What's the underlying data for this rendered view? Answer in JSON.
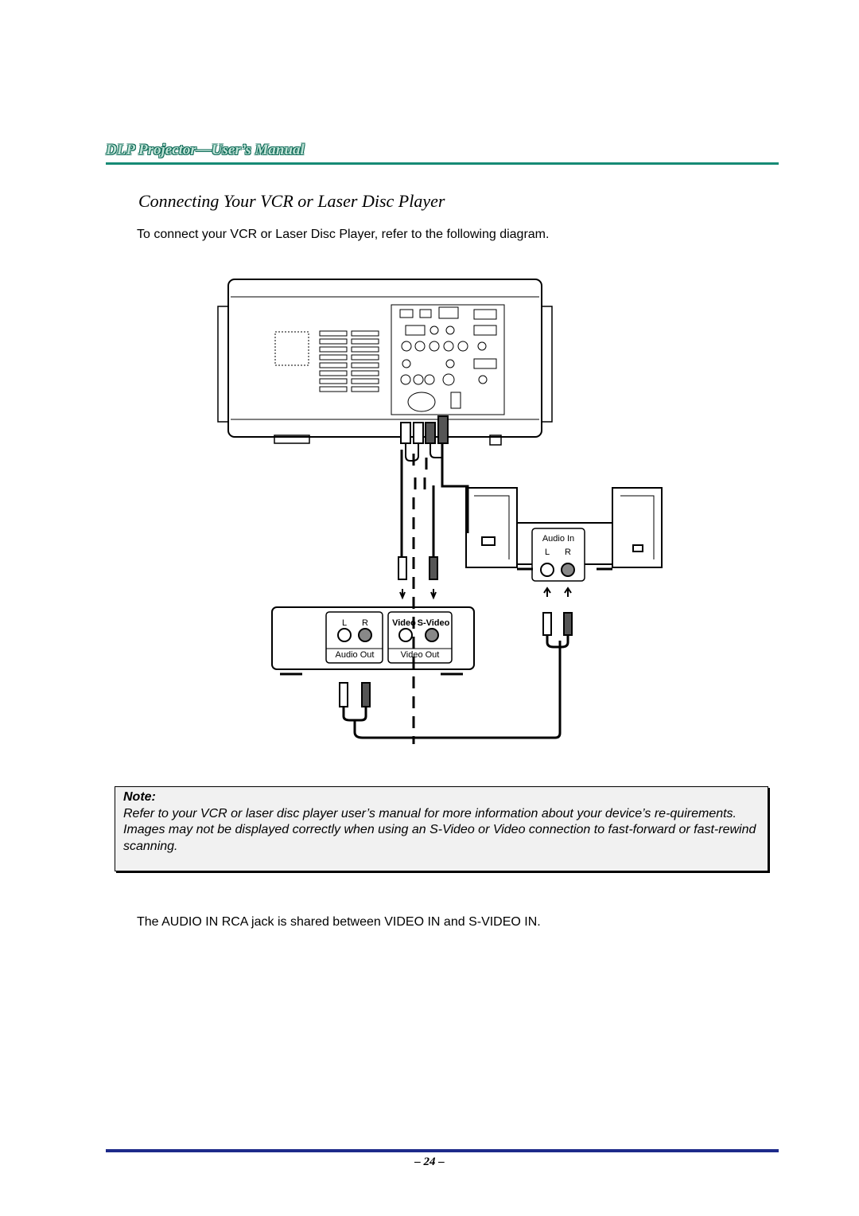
{
  "header": {
    "title": "DLP Projector—User’s Manual"
  },
  "section": {
    "title": "Connecting Your VCR or Laser Disc Player"
  },
  "intro": "To connect your VCR or Laser Disc Player, refer to the following diagram.",
  "diagram": {
    "speaker_labels": {
      "audio_in": "Audio In",
      "left": "L",
      "right": "R"
    },
    "vcr_labels": {
      "left": "L",
      "right": "R",
      "video": "Video",
      "svideo": "S-Video",
      "audio_out": "Audio Out",
      "video_out": "Video Out"
    }
  },
  "note": {
    "label": "Note:",
    "line1": "Refer to your VCR or laser disc player user’s manual for more information about your device’s re-quirements.",
    "line2": "Images may not be displayed correctly when using an S-Video or Video connection to fast-forward or fast-rewind scanning."
  },
  "footer_text": "The AUDIO IN RCA jack is shared between VIDEO IN and S-VIDEO IN.",
  "page_number": "– 24 –"
}
